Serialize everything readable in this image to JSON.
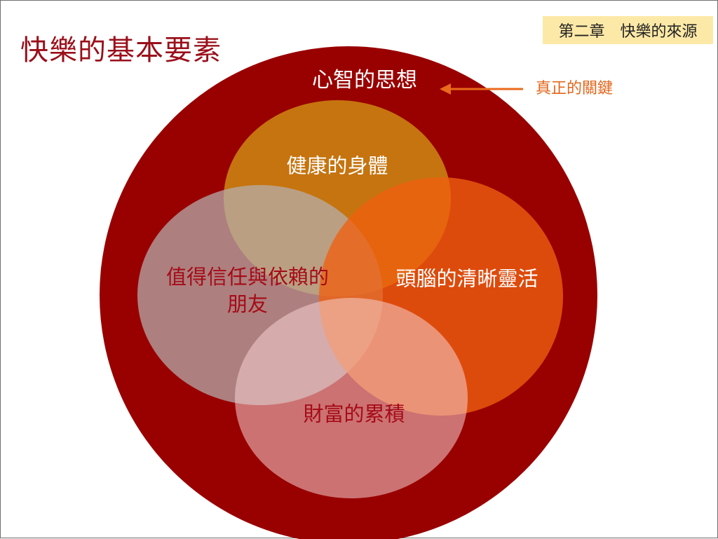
{
  "slide": {
    "title": "快樂的基本要素",
    "chapter": "第二章　快樂的來源"
  },
  "diagram": {
    "outer_label": "心智的思想",
    "callout": "真正的關鍵",
    "circles": {
      "health": "健康的身體",
      "friends": "值得信任與依賴的朋友",
      "clarity": "頭腦的清晰靈活",
      "wealth": "財富的累積"
    }
  },
  "colors": {
    "outer": "#990000",
    "health": "#c87a10",
    "friends": "#9a9090",
    "clarity": "#e2570b",
    "wealth": "#f0c0c0",
    "arrow": "#ea6a1c",
    "title": "#9a0f1a"
  }
}
